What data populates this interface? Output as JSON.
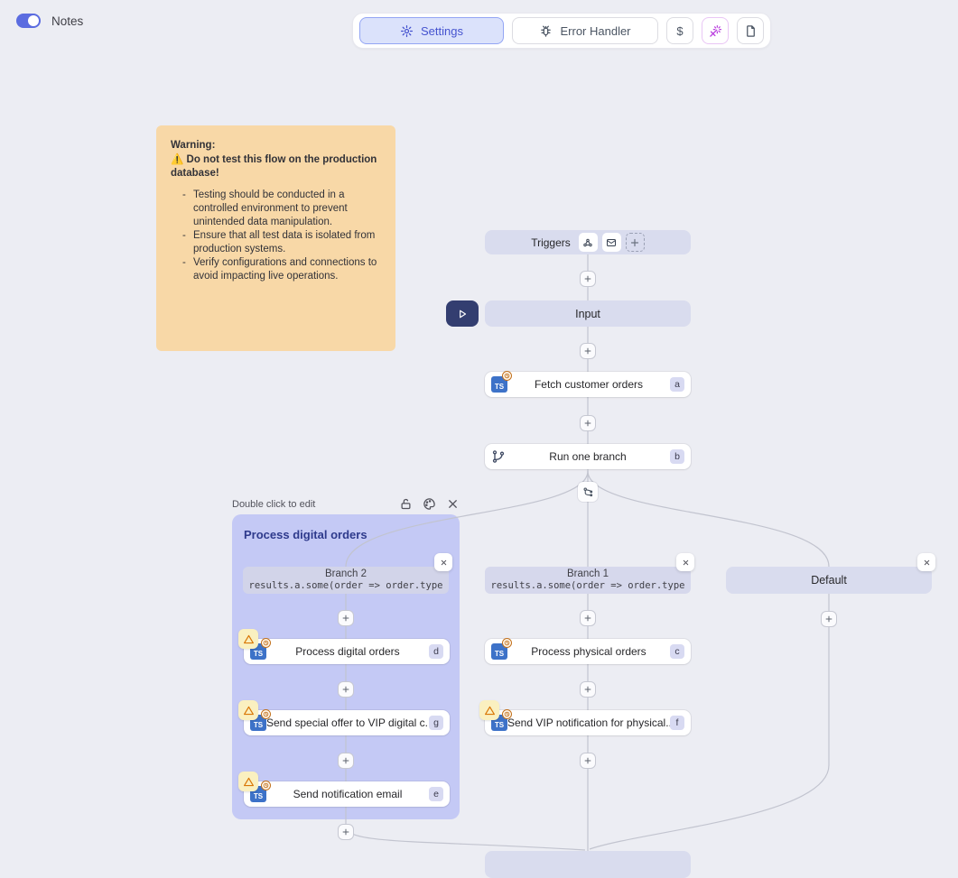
{
  "header": {
    "notes_label": "Notes",
    "settings_label": "Settings",
    "error_handler_label": "Error Handler",
    "dollar_label": "$"
  },
  "colors": {
    "toggle_accent": "#5b6ce0",
    "settings_blue": "#4553cf",
    "wand_purple": "#ba40df",
    "ts_blue": "#3d72c8",
    "play_navy": "#333e70",
    "warning_note_bg": "#f8d8a7",
    "group_box_purple": "#c4c9f5",
    "node_lavender": "#d9dcee",
    "warn_triangle_amber": "#d97706"
  },
  "warning_note": {
    "title": "Warning:",
    "alert": "⚠️ Do not test this flow on the production database!",
    "bullets": [
      "Testing should be conducted in a controlled environment to prevent unintended data manipulation.",
      "Ensure that all test data is isolated from production systems.",
      "Verify configurations and connections to avoid impacting live operations."
    ]
  },
  "flow": {
    "triggers_label": "Triggers",
    "input_label": "Input",
    "ts_label": "TS"
  },
  "group_box": {
    "hint": "Double click to edit",
    "title": "Process digital orders"
  },
  "branches": {
    "branch2": {
      "label": "Branch 2",
      "expr": "results.a.some(order => order.type"
    },
    "branch1": {
      "label": "Branch 1",
      "expr": "results.a.some(order => order.type"
    },
    "default": {
      "label": "Default"
    }
  },
  "steps": {
    "a": {
      "label": "Fetch customer orders",
      "badge": "a"
    },
    "b": {
      "label": "Run one branch",
      "badge": "b"
    },
    "c": {
      "label": "Process physical orders",
      "badge": "c"
    },
    "d": {
      "label": "Process digital orders",
      "badge": "d"
    },
    "e": {
      "label": "Send notification email",
      "badge": "e"
    },
    "f": {
      "label": "Send VIP notification for physical...",
      "badge": "f"
    },
    "g": {
      "label": "Send special offer to VIP digital c...",
      "badge": "g"
    }
  }
}
